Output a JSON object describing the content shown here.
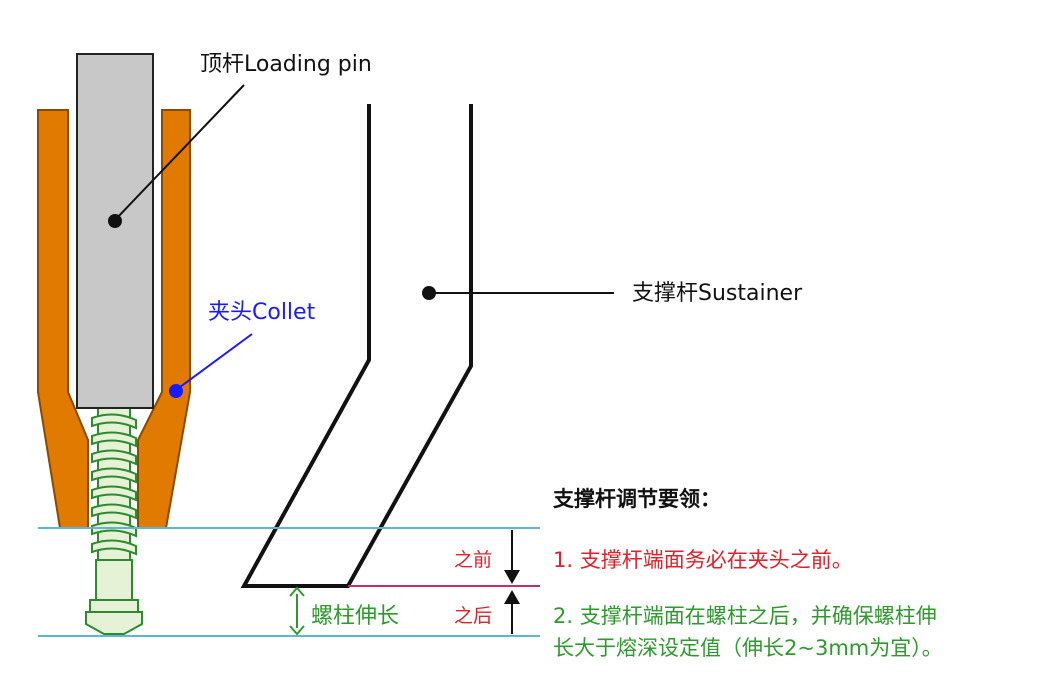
{
  "labels": {
    "loading_pin": "顶杆Loading pin",
    "collet": "夹头Collet",
    "sustainer": "支撑杆Sustainer",
    "before": "之前",
    "after": "之后",
    "stud_extension": "螺柱伸长"
  },
  "notes": {
    "title": "支撑杆调节要领：",
    "item1": "1. 支撑杆端面务必在夹头之前。",
    "item2_line1": "2. 支撑杆端面在螺柱之后，并确保螺柱伸",
    "item2_line2": "长大于熔深设定值（伸长2~3mm为宜）。"
  },
  "colors": {
    "collet": "#e07a00",
    "collet_stroke": "#8a4a00",
    "loading_pin": "#c8c8c8",
    "cyan_line": "#5fb6cf",
    "magenta_line": "#c0306a",
    "stud_fill": "#e6f2d6",
    "stud_stroke": "#2e8a2e",
    "callout_blue": "#1a1aff",
    "text_red": "#e0202a",
    "text_green": "#2e9a2e"
  }
}
